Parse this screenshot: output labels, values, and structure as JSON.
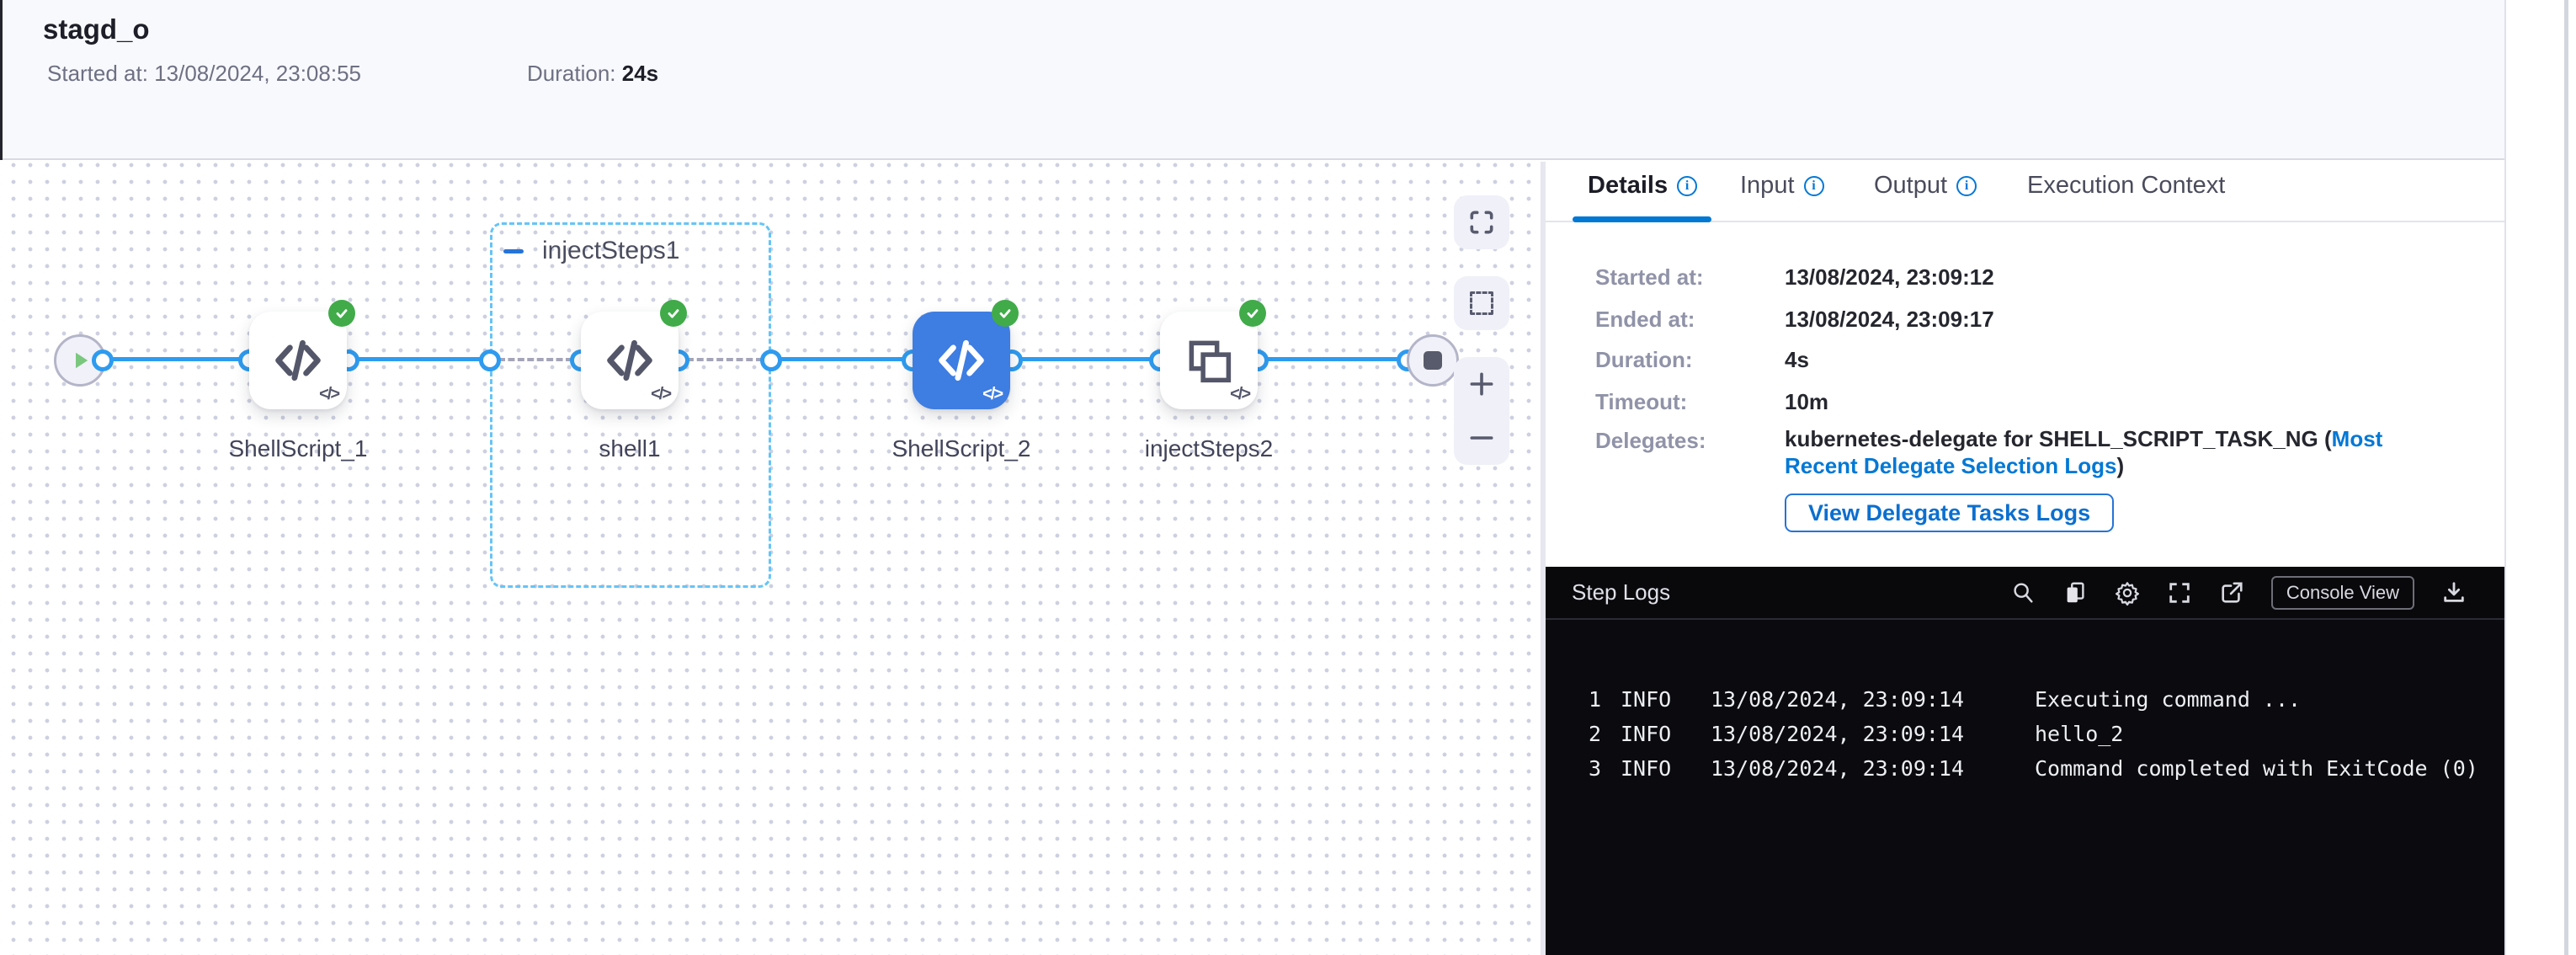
{
  "header": {
    "title": "stagd_o",
    "started_label": "Started at:",
    "started_value": "13/08/2024, 23:08:55",
    "duration_label": "Duration:",
    "duration_value": "24s"
  },
  "graph": {
    "group_label": "injectSteps1",
    "nodes": {
      "n1": {
        "label": "ShellScript_1"
      },
      "n2": {
        "label": "shell1"
      },
      "n3": {
        "label": "ShellScript_2"
      },
      "n4": {
        "label": "injectSteps2"
      }
    },
    "mini_glyph": "</>"
  },
  "panel": {
    "tabs": {
      "details": {
        "label": "Details"
      },
      "input": {
        "label": "Input"
      },
      "output": {
        "label": "Output"
      },
      "execution_context": {
        "label": "Execution Context"
      }
    },
    "details": {
      "started_label": "Started at:",
      "started_value": "13/08/2024, 23:09:12",
      "ended_label": "Ended at:",
      "ended_value": "13/08/2024, 23:09:17",
      "duration_label": "Duration:",
      "duration_value": "4s",
      "timeout_label": "Timeout:",
      "timeout_value": "10m",
      "delegates_label": "Delegates:",
      "delegates_text": "kubernetes-delegate for SHELL_SCRIPT_TASK_NG (",
      "delegates_link": "Most Recent Delegate Selection Logs",
      "delegates_close": ")",
      "delegate_button": "View Delegate Tasks Logs"
    }
  },
  "logs": {
    "title": "Step Logs",
    "console_view": "Console View",
    "lines": [
      {
        "num": "1",
        "level": "INFO",
        "time": "13/08/2024, 23:09:14",
        "msg": "Executing command ..."
      },
      {
        "num": "2",
        "level": "INFO",
        "time": "13/08/2024, 23:09:14",
        "msg": "hello_2"
      },
      {
        "num": "3",
        "level": "INFO",
        "time": "13/08/2024, 23:09:14",
        "msg": "Command completed with ExitCode (0)"
      }
    ]
  },
  "colors": {
    "accent": "#0278d5",
    "edge_blue": "#2e9bef",
    "node_blue": "#3e7de2",
    "success_green": "#41ab4a"
  }
}
